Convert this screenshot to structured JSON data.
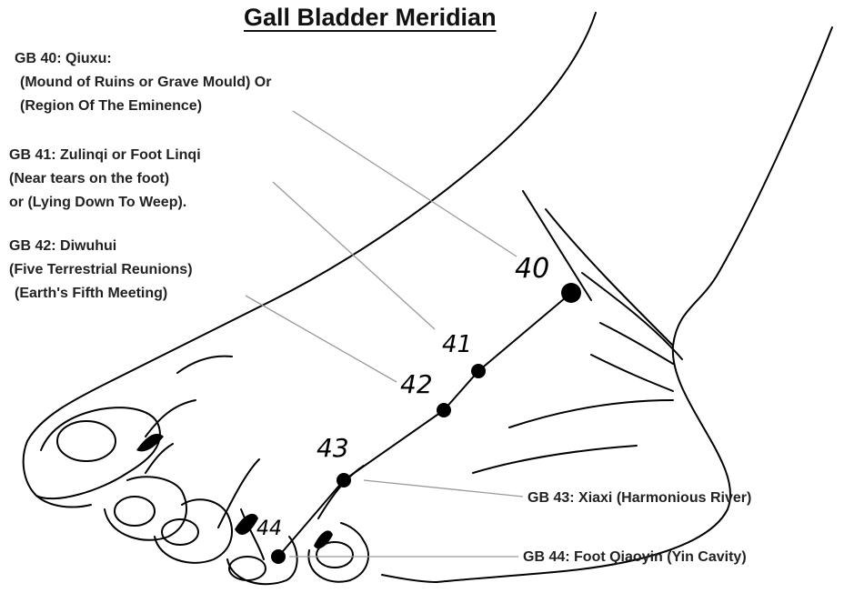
{
  "title": "Gall Bladder Meridian",
  "points": [
    {
      "number": "40",
      "lines": [
        "GB 40: Qiuxu:",
        "(Mound of Ruins or Grave Mould) Or",
        "(Region Of The Eminence)"
      ]
    },
    {
      "number": "41",
      "lines": [
        "GB 41: Zulinqi or Foot Linqi",
        "(Near tears on the foot)",
        "or (Lying Down To Weep)."
      ]
    },
    {
      "number": "42",
      "lines": [
        "GB 42: Diwuhui",
        "(Five Terrestrial Reunions)",
        "(Earth's Fifth Meeting)"
      ]
    },
    {
      "number": "43",
      "lines": [
        "GB 43: Xiaxi (Harmonious River)"
      ]
    },
    {
      "number": "44",
      "lines": [
        "GB 44: Foot Qiaoyin (Yin Cavity)"
      ]
    }
  ]
}
